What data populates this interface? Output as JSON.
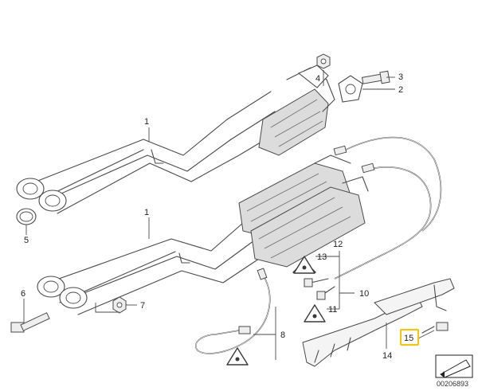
{
  "callouts": {
    "c1_top": "1",
    "c1_bottom": "1",
    "c2": "2",
    "c3": "3",
    "c4": "4",
    "c5": "5",
    "c6": "6",
    "c7": "7",
    "c8": "8",
    "c10": "10",
    "c11": "11",
    "c12": "12",
    "c13": "13",
    "c14": "14",
    "c15": "15"
  },
  "colors": {
    "highlight": "#f0c419",
    "line": "#4a4a4a",
    "catalyst_fill": "#dcdcdc"
  },
  "highlighted_part": "15",
  "catalog_number": "00206893",
  "icons": [
    "warning-triangle-icon",
    "bmw-logo-mark"
  ]
}
